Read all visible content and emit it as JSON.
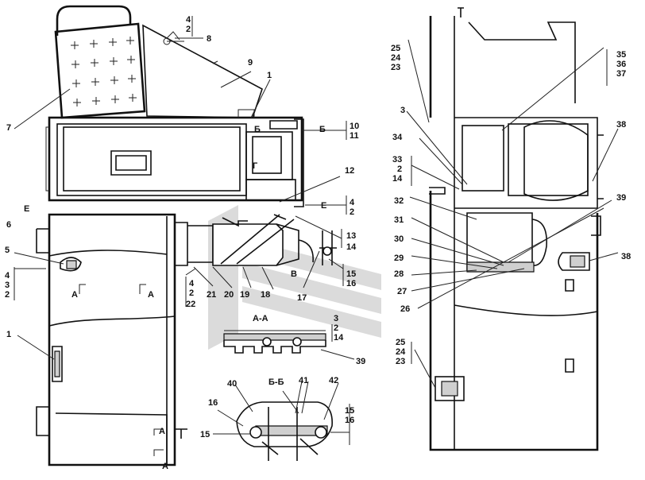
{
  "callouts": {
    "c1_top": "1",
    "c1_side": "1",
    "c2": "2",
    "c3": "3",
    "c4": "4",
    "c5": "5",
    "c6": "6",
    "c7": "7",
    "c8": "8",
    "c9": "9",
    "c10": "10",
    "c11": "11",
    "c12": "12",
    "c13": "13",
    "c14": "14",
    "c15": "15",
    "c16": "16",
    "c17": "17",
    "c18": "18",
    "c19": "19",
    "c20": "20",
    "c21": "21",
    "c22": "22",
    "c23": "23",
    "c24": "24",
    "c25": "25",
    "c26": "26",
    "c27": "27",
    "c28": "28",
    "c29": "29",
    "c30": "30",
    "c31": "31",
    "c32": "32",
    "c33": "33",
    "c34": "34",
    "c35": "35",
    "c36": "36",
    "c37": "37",
    "c38": "38",
    "c39": "39",
    "c40": "40",
    "c41": "41",
    "c42": "42"
  },
  "stacks": {
    "top_4_2": [
      "4",
      "2"
    ],
    "top_10_11": [
      "10",
      "11"
    ],
    "mid_4_2": [
      "4",
      "2"
    ],
    "left_4_3_2": [
      "4",
      "3",
      "2"
    ],
    "mid_4_2_22": [
      "4",
      "2",
      "22"
    ],
    "right_13_14": [
      "13",
      "14"
    ],
    "right_15_16": [
      "15",
      "16"
    ],
    "aa_3_2_14": [
      "3",
      "2",
      "14"
    ],
    "bb_15_16": [
      "15",
      "16"
    ],
    "r_25_24_23": [
      "25",
      "24",
      "23"
    ],
    "r_35_36_37": [
      "35",
      "36",
      "37"
    ],
    "r_33_2_14": [
      "33",
      "2",
      "14"
    ],
    "r2_25_24_23": [
      "25",
      "24",
      "23"
    ]
  },
  "section_marks": {
    "b_top": "Б",
    "b_top_right": "Б",
    "g": "Г",
    "e_left": "Е",
    "e_right": "Е",
    "v": "В",
    "a_left": "А",
    "a_right": "А",
    "a_bottom1": "А",
    "a_bottom2": "А"
  },
  "section_titles": {
    "aa": "А-А",
    "bb": "Б-Б"
  },
  "colors": {
    "line": "#111111",
    "watermark": "#bdbdbd"
  }
}
